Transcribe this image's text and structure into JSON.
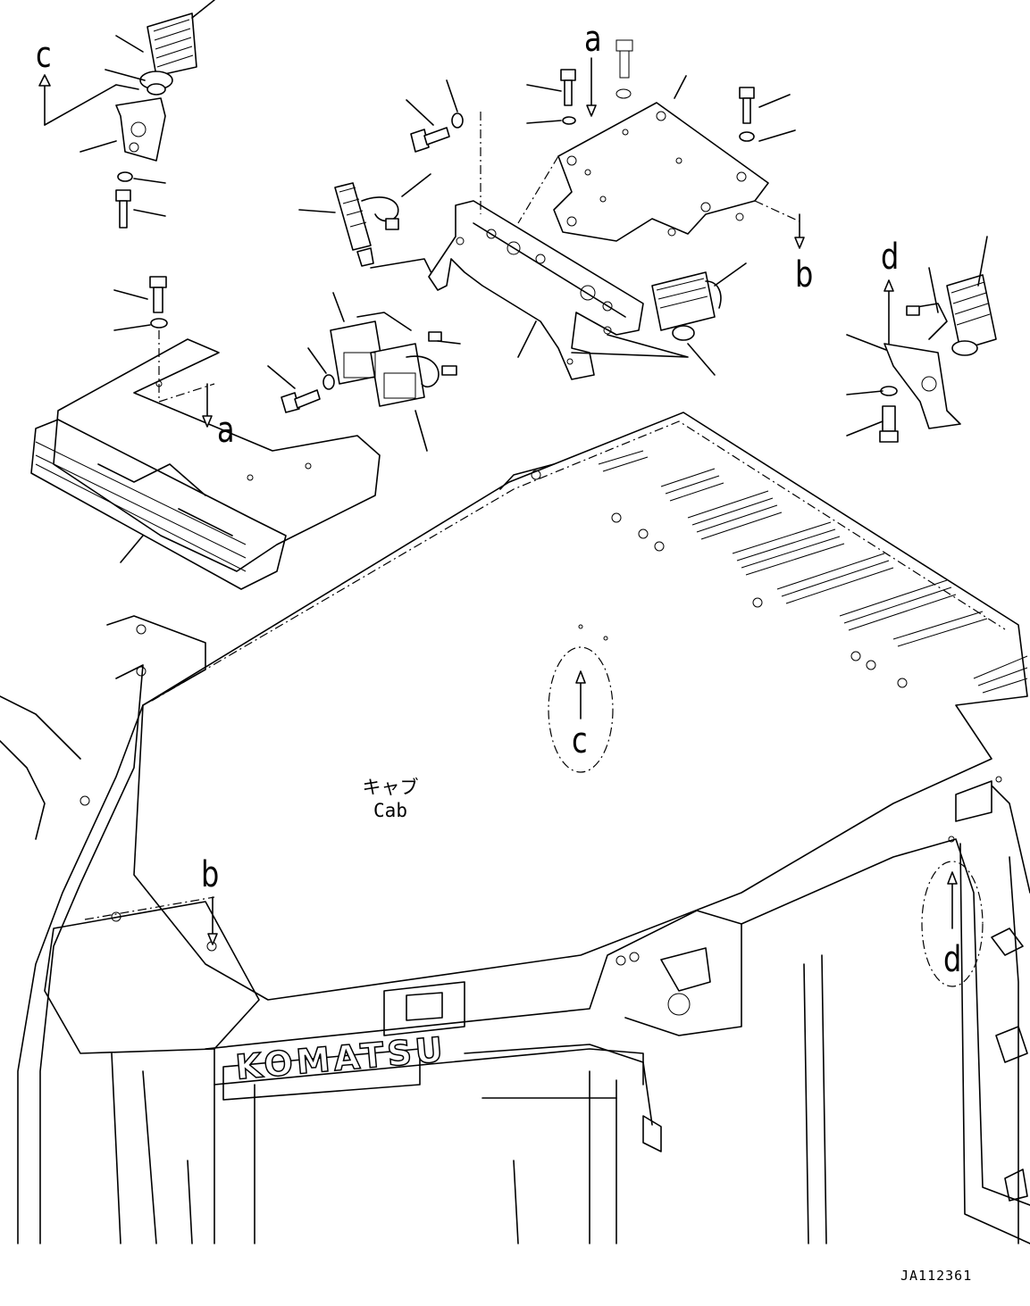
{
  "view_labels": {
    "a_top": "a",
    "a_mid": "a",
    "b_right": "b",
    "b_bottom": "b",
    "c_top": "c",
    "c_oval": "c",
    "d_right": "d",
    "d_oval": "d"
  },
  "cab_label": {
    "japanese": "キャブ",
    "english": "Cab"
  },
  "brand_text": "KOMATSU",
  "drawing_code": "JA112361",
  "icons": {
    "work_lamp": "work-lamp-icon",
    "bolt": "bolt-icon",
    "washer": "washer-icon",
    "bracket": "bracket-icon"
  }
}
